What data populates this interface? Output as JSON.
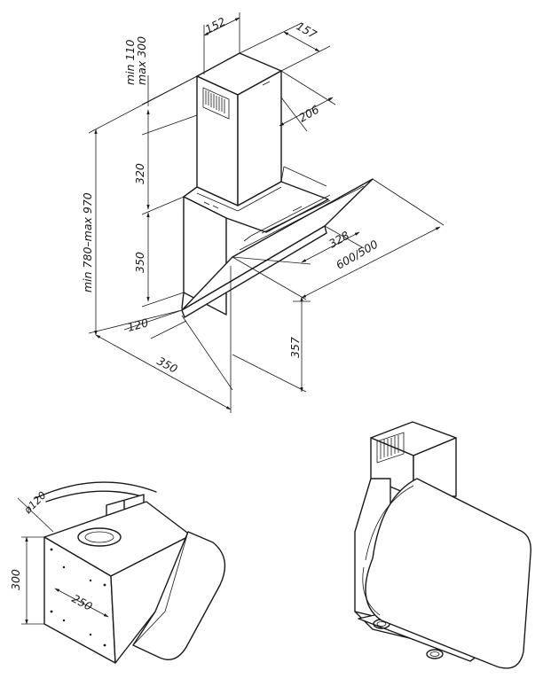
{
  "dimensions": {
    "chimney_width": "152",
    "chimney_depth": "157",
    "chimney_extra": "min 110",
    "chimney_extra_max": "max 300",
    "upper_depth": "206",
    "upper_chimney_height": "320",
    "lower_chimney_height": "350",
    "total_height": "min 780–max 970",
    "glass_depth": "328",
    "hood_width": "600/500",
    "outlet_offset": "120",
    "body_depth": "350",
    "glass_height": "357",
    "duct_diameter": "ø120",
    "bracket_height": "300",
    "bracket_width": "250"
  }
}
